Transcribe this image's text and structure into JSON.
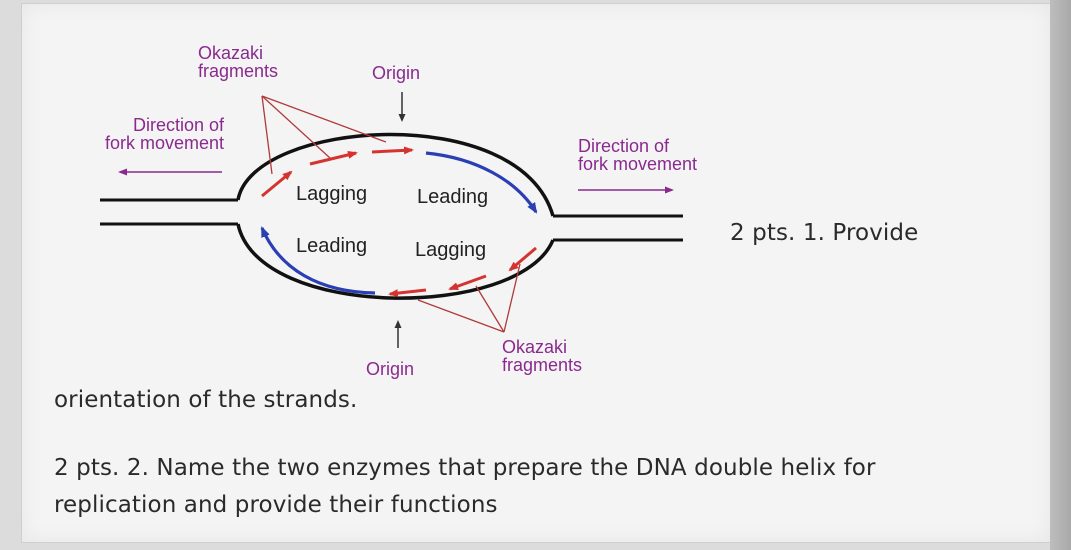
{
  "diagram": {
    "labels": {
      "okazaki_top": [
        "Okazaki",
        "fragments"
      ],
      "origin_top": "Origin",
      "direction_left": [
        "Direction of",
        "fork movement"
      ],
      "direction_right": [
        "Direction of",
        "fork movement"
      ],
      "lagging_top": "Lagging",
      "leading_top": "Leading",
      "leading_bottom": "Leading",
      "lagging_bottom": "Lagging",
      "origin_bottom": "Origin",
      "okazaki_bottom": [
        "Okazaki",
        "fragments"
      ]
    },
    "colors": {
      "lagging_arrows": "#d4332f",
      "leading_arrows": "#2b3fb5",
      "label_text": "#8a2a8f",
      "dna_lines": "#111111"
    }
  },
  "document": {
    "q1_prefix": "2 pts. 1. Provide",
    "q1_continuation": "orientation of the strands.",
    "q2_line1": "2 pts. 2. Name the two enzymes that prepare the DNA double helix for",
    "q2_line2": "replication and provide their functions"
  }
}
